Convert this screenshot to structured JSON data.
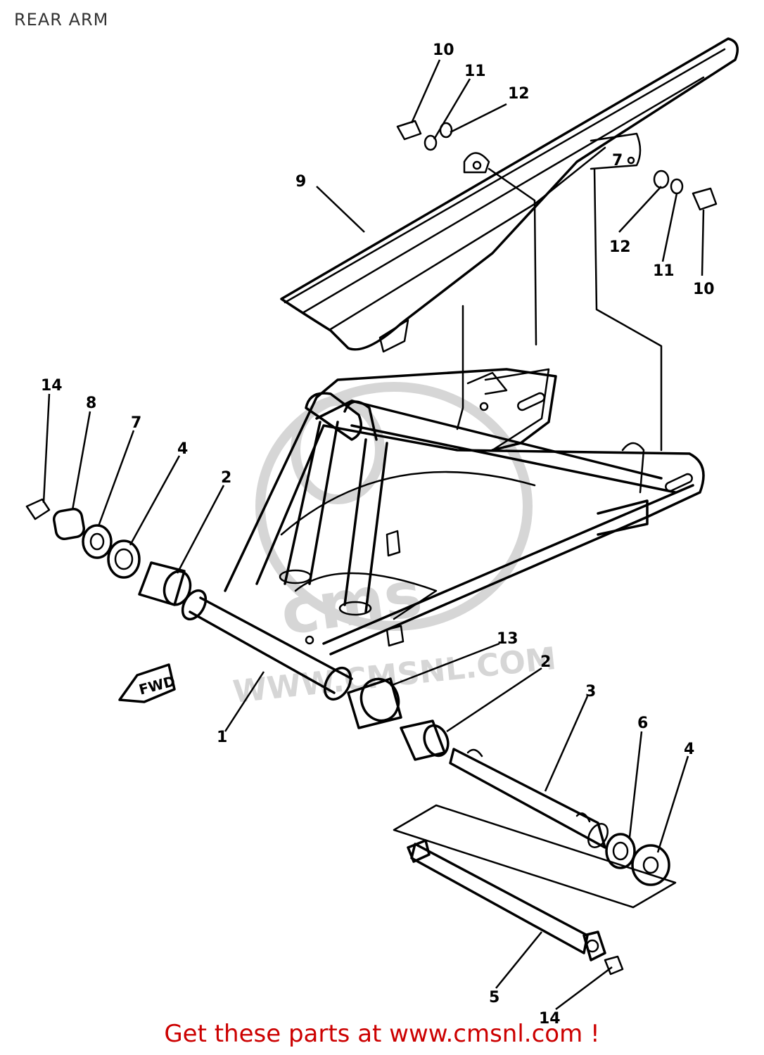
{
  "title": "REAR ARM",
  "footer": {
    "text": "Get these parts at www.cmsnl.com !",
    "color": "#cc0000"
  },
  "watermark": {
    "text": "WWW.CMSNL.COM"
  },
  "fwd_marker": "FWD",
  "callouts": [
    "10",
    "11",
    "12",
    "9",
    "12",
    "11",
    "10",
    "14",
    "8",
    "7",
    "4",
    "2",
    "13",
    "2",
    "3",
    "6",
    "4",
    "1",
    "5",
    "14"
  ]
}
